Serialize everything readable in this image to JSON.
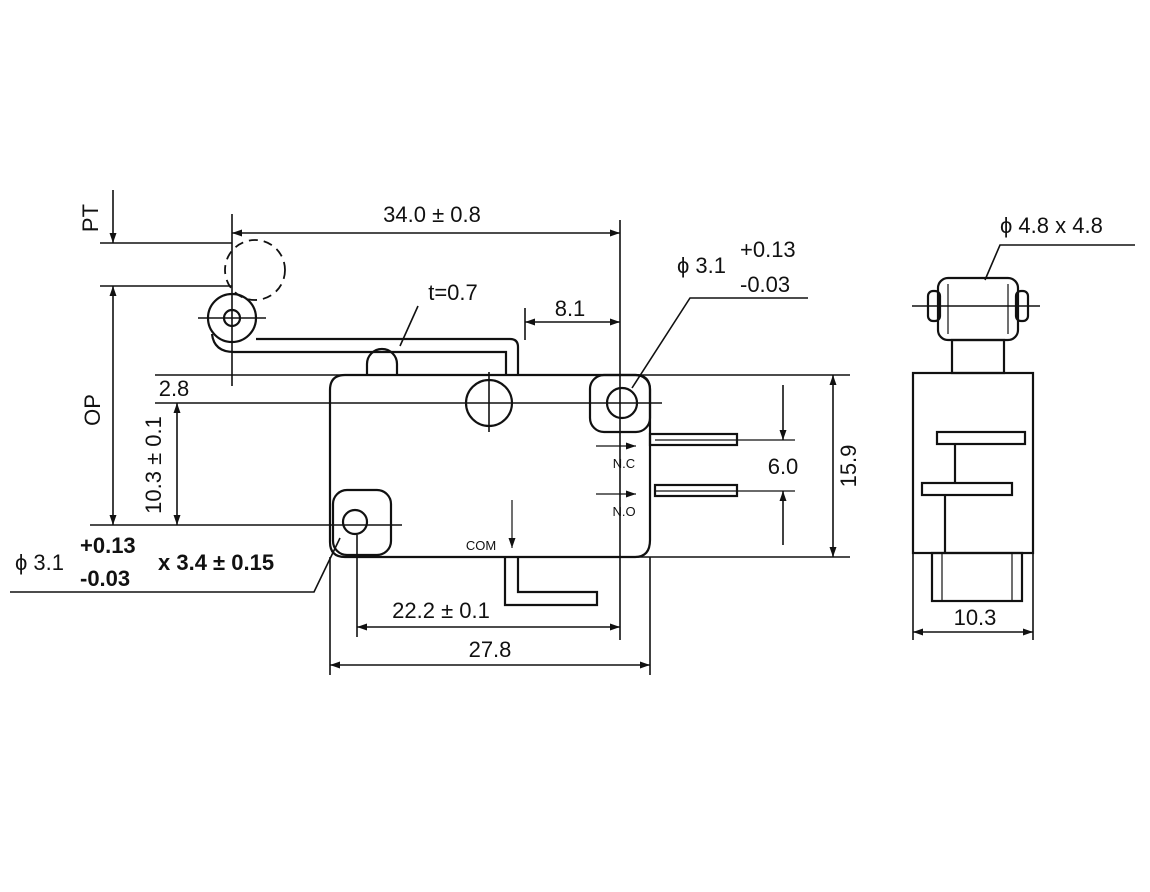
{
  "front_view": {
    "pretravel_label": "PT",
    "operating_position_label": "OP",
    "lever_length": "34.0 ± 0.8",
    "lever_thickness": "t=0.7",
    "hole_offset": "8.1",
    "mount_hole_top": {
      "diameter": "ϕ 3.1",
      "tol_plus": "+0.13",
      "tol_minus": "-0.03"
    },
    "top_offset": "2.8",
    "hole_vertical_spacing": "10.3 ± 0.1",
    "terminal_spacing": "6.0",
    "body_height": "15.9",
    "terminal_nc": "N.C",
    "terminal_no": "N.O",
    "terminal_com": "COM",
    "mount_hole_bottom": {
      "diameter": "ϕ 3.1",
      "tol_plus": "+0.13",
      "tol_minus": "-0.03",
      "slot": "x 3.4 ± 0.15"
    },
    "hole_spacing": "22.2 ± 0.1",
    "body_length": "27.8"
  },
  "side_view": {
    "roller_size": "ϕ 4.8 x 4.8",
    "body_width": "10.3"
  }
}
